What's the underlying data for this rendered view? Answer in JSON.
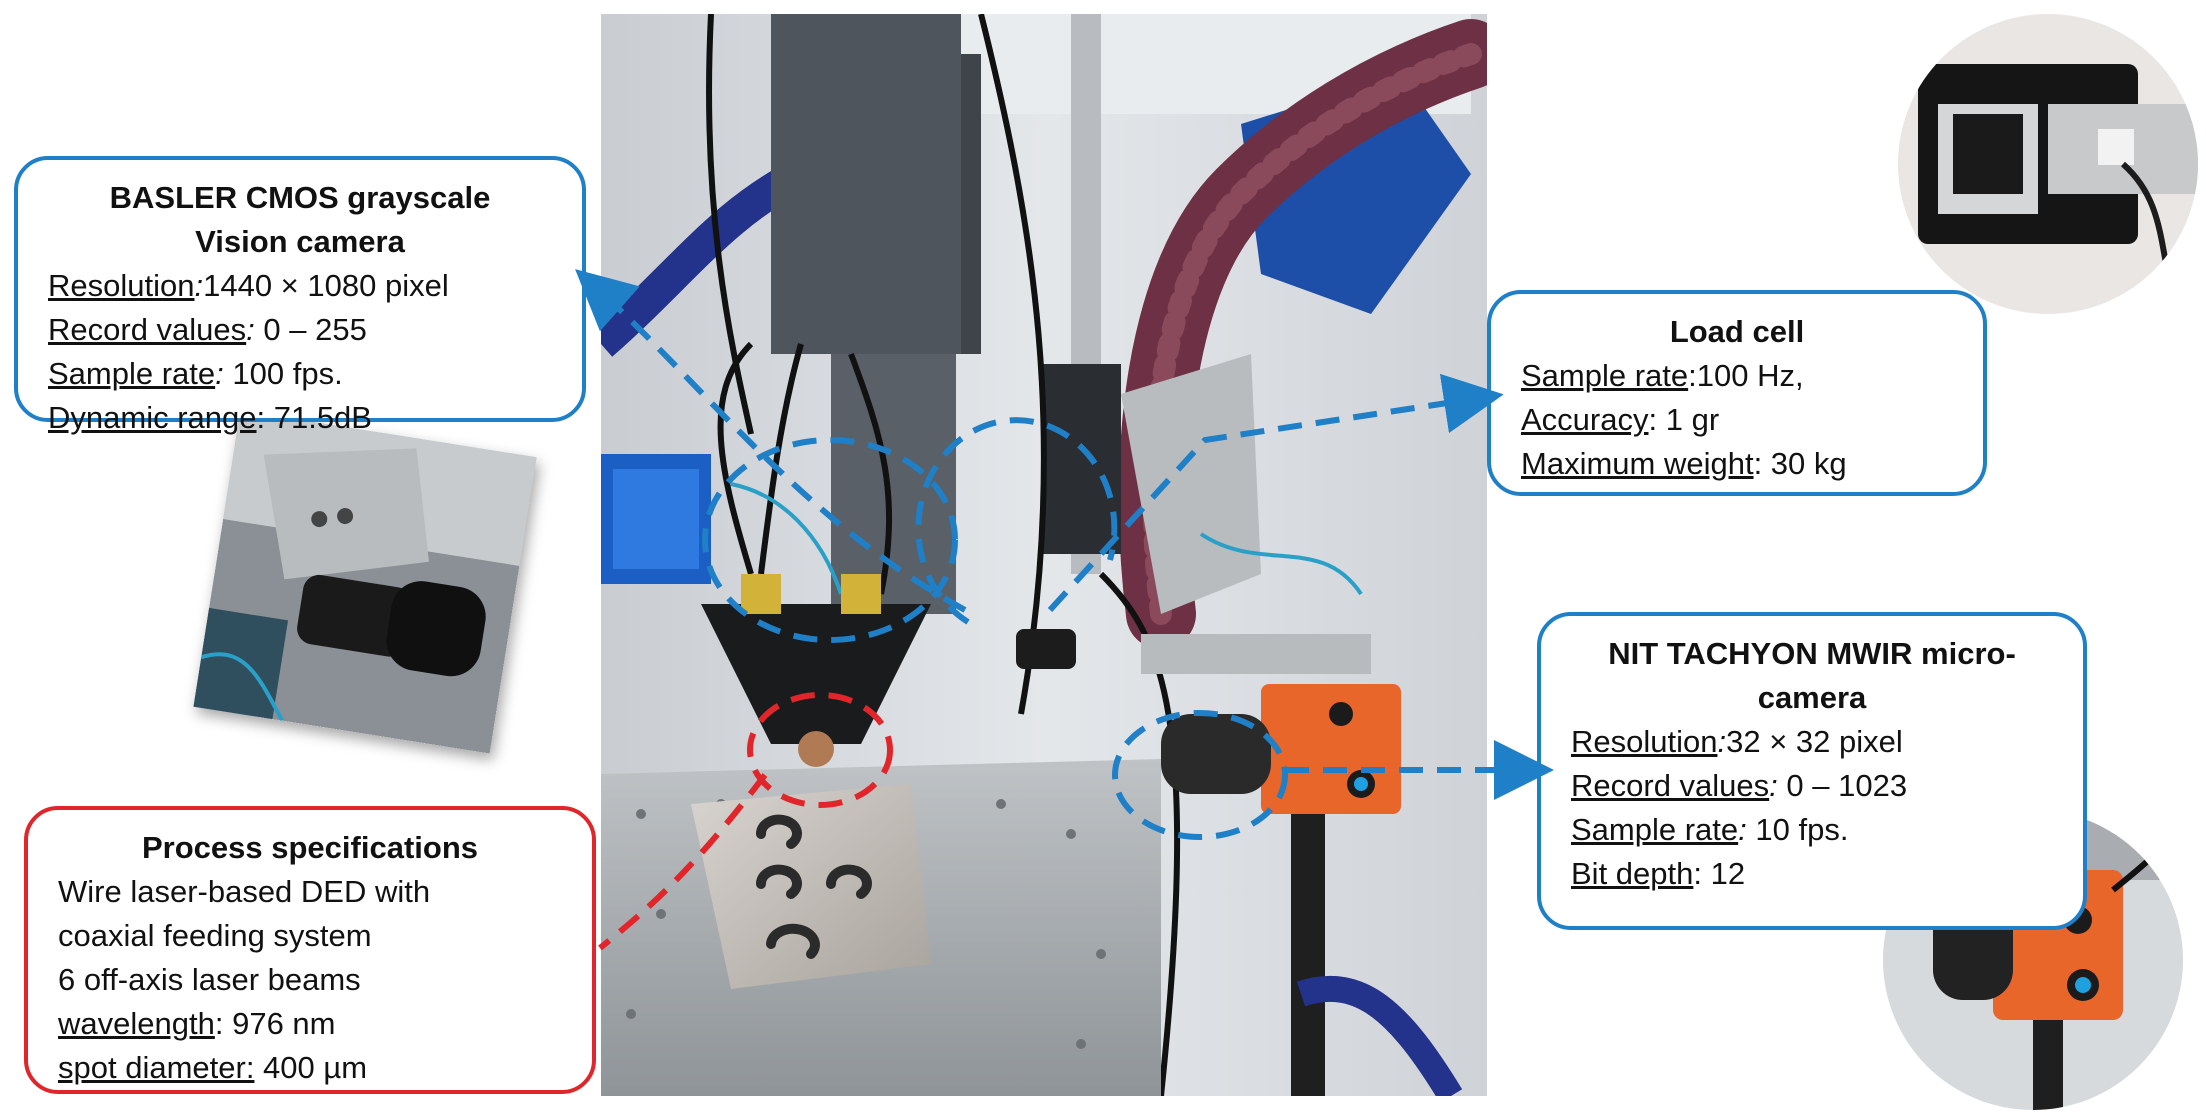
{
  "basler": {
    "title_line1": "BASLER CMOS grayscale",
    "title_line2": "Vision camera",
    "rows": [
      {
        "label": "Resolution",
        "sep": ":",
        "value": "1440 × 1080 pixel"
      },
      {
        "label": "Record values",
        "sep": ":",
        "value": " 0 – 255"
      },
      {
        "label": "Sample rate",
        "sep": ":",
        "value": " 100 fps."
      },
      {
        "label": "Dynamic range",
        "sep": ":",
        "value": "  71.5dB"
      }
    ]
  },
  "loadcell": {
    "title": "Load cell",
    "rows": [
      {
        "label": "Sample rate",
        "sep": ":",
        "value": "100 Hz,"
      },
      {
        "label": "Accuracy",
        "sep": ":",
        "value": " 1 gr"
      },
      {
        "label": "Maximum weight",
        "sep": ":",
        "value": " 30 kg"
      }
    ]
  },
  "nit": {
    "title_line1": "NIT TACHYON MWIR micro-",
    "title_line2": "camera",
    "rows": [
      {
        "label": "Resolution",
        "sep": ":",
        "value": "32 × 32 pixel"
      },
      {
        "label": "Record values",
        "sep": ":",
        "value": " 0 – 1023"
      },
      {
        "label": "Sample rate",
        "sep": ":",
        "value": " 10 fps."
      },
      {
        "label": "Bit depth",
        "sep": ":",
        "value": " 12"
      }
    ]
  },
  "process": {
    "title": "Process specifications",
    "line1": "Wire laser-based DED with",
    "line2": "coaxial feeding system",
    "line3": "6 off-axis laser beams",
    "rows": [
      {
        "label": "wavelength",
        "sep": ":",
        "value": " 976 nm"
      },
      {
        "label": "spot diameter:",
        "sep": "",
        "value": " 400 µm"
      }
    ]
  },
  "colors": {
    "blue_callout": "#1f7fc7",
    "red_callout": "#e0262a",
    "machine_orange": "#e8662a",
    "hose_maroon": "#6e3044",
    "robot_blue": "#1e4fa8"
  }
}
